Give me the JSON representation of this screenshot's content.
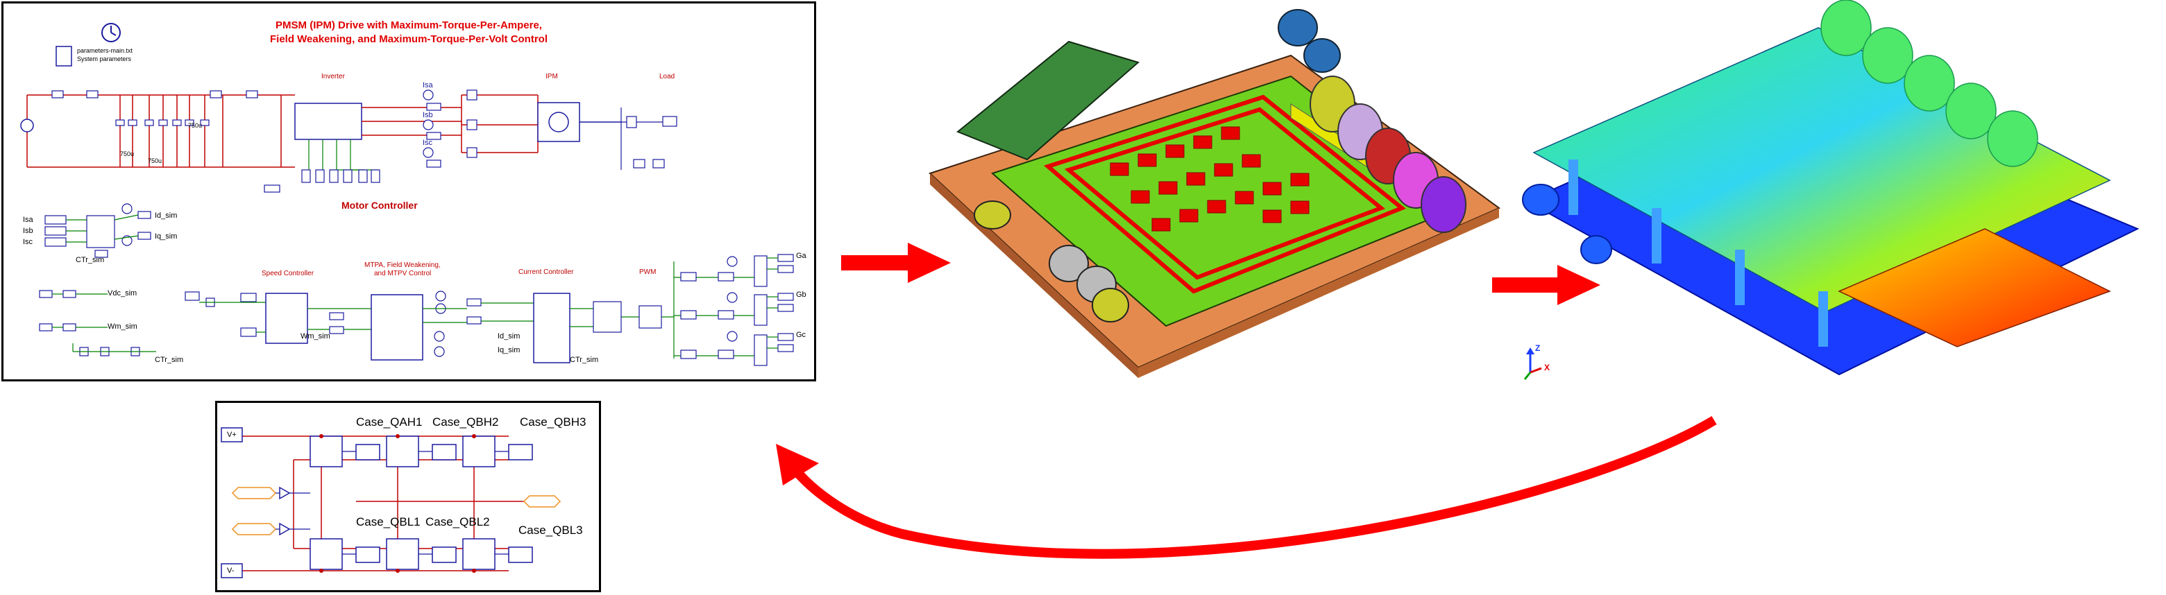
{
  "schematic": {
    "title_line1": "PMSM (IPM) Drive with Maximum-Torque-Per-Ampere,",
    "title_line2": "Field Weakening, and Maximum-Torque-Per-Volt Control",
    "parameters_file": "parameters-main.txt",
    "system_parameters": "System parameters",
    "inverter_label": "Inverter",
    "ipm_label": "IPM",
    "load_label": "Load",
    "motor_controller_label": "Motor Controller",
    "speed_controller_label": "Speed Controller",
    "mtpa_label_1": "MTPA, Field Weakening,",
    "mtpa_label_2": "and MTPV Control",
    "current_controller_label": "Current Controller",
    "pwm_label": "PWM",
    "isa": "Isa",
    "isb": "Isb",
    "isc": "Isc",
    "id_sim": "Id_sim",
    "iq_sim": "Iq_sim",
    "vdc_sim": "Vdc_sim",
    "wm_sim": "Wm_sim",
    "ctr_sim": "CTr_sim",
    "ga": "Ga",
    "gb": "Gb",
    "gc": "Gc",
    "cap1": "750u",
    "cap2": "750u",
    "cap3": "750u"
  },
  "switches": {
    "vplus": "V+",
    "vminus": "V-",
    "top": [
      "Case_QAH1",
      "Case_QBH2",
      "Case_QBH3"
    ],
    "bottom": [
      "Case_QBL1",
      "Case_QBL2",
      "Case_QBL3"
    ]
  },
  "thermal": {
    "axis_z": "Z",
    "axis_x": "X"
  },
  "colors": {
    "arrow": "#ff0000",
    "schematic_wire": "#c00000",
    "control_wire": "#008000",
    "block": "#1a1aa0",
    "pcb_board": "#6fd21f",
    "base_plate": "#e58a4e"
  }
}
